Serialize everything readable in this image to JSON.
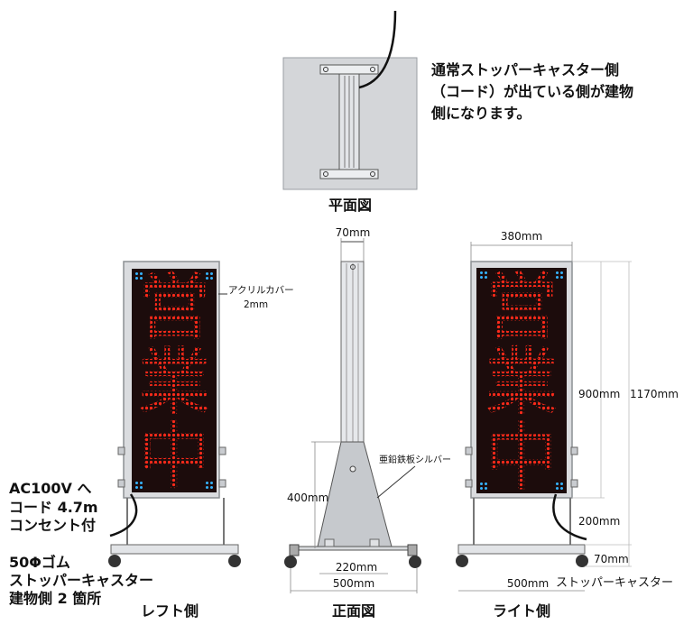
{
  "plan_view": {
    "note_lines": [
      "通常ストッパーキャスター側",
      "（コード）が出ている側が建物",
      "側になります。"
    ],
    "caption": "平面図"
  },
  "left_view": {
    "sign_chars": [
      "営",
      "業",
      "中"
    ],
    "cover_label_1": "アクリルカバー",
    "cover_label_2": "2mm",
    "cord_lines": [
      "AC100V へ",
      "コード 4.7m",
      "コンセント付"
    ],
    "caster_lines": [
      "50Φゴム",
      "ストッパーキャスター",
      "建物側 2 箇所"
    ],
    "caption": "レフト側"
  },
  "front_view": {
    "top_dim": "70mm",
    "plate_label": "亜鉛鉄板シルバー",
    "height_dim": "400mm",
    "base_dim_1": "220mm",
    "base_dim_2": "500mm",
    "caption": "正面図"
  },
  "right_view": {
    "sign_chars": [
      "営",
      "業",
      "中"
    ],
    "width_dim": "380mm",
    "panel_height": "900mm",
    "total_height": "1170mm",
    "clearance_dim": "200mm",
    "base_height": "70mm",
    "base_width": "500mm",
    "caster_label": "ストッパーキャスター",
    "caption": "ライト側"
  },
  "colors": {
    "led_red": "#ff2a1a",
    "led_blue": "#35b4ff",
    "panel": "#1c0c0c",
    "frame": "#cfd2d6",
    "plate": "#c6c9cd"
  }
}
